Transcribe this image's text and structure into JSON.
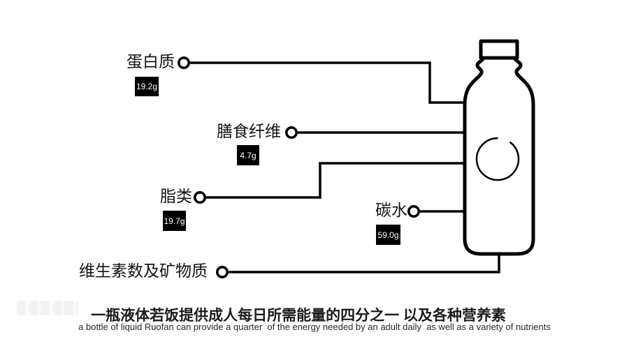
{
  "diagram": {
    "title": "liquid-ruofan-nutrition-infographic",
    "nutrients": [
      {
        "id": "protein",
        "label": "蛋白质",
        "value": "19.2g"
      },
      {
        "id": "dietary-fiber",
        "label": "膳食纤维",
        "value": "4.7g"
      },
      {
        "id": "lipids",
        "label": "脂类",
        "value": "19.7g"
      },
      {
        "id": "carbohydrate",
        "label": "碳水",
        "value": "59.0g"
      },
      {
        "id": "vitamins-minerals",
        "label": "维生素数及矿物质",
        "value": ""
      }
    ],
    "bottle": {
      "logo": "enso-circle-logo"
    }
  },
  "caption": {
    "zh": "一瓶液体若饭提供成人每日所需能量的四分之一 以及各种营养素",
    "en": "a bottle of liquid Ruofan can provide a quarter  of the energy needed by an adult daily  as well as a variety of nutrients"
  },
  "colors": {
    "ink": "#000000",
    "value_box_bg": "#000000",
    "value_box_text": "#ffffff",
    "background": "#ffffff"
  }
}
